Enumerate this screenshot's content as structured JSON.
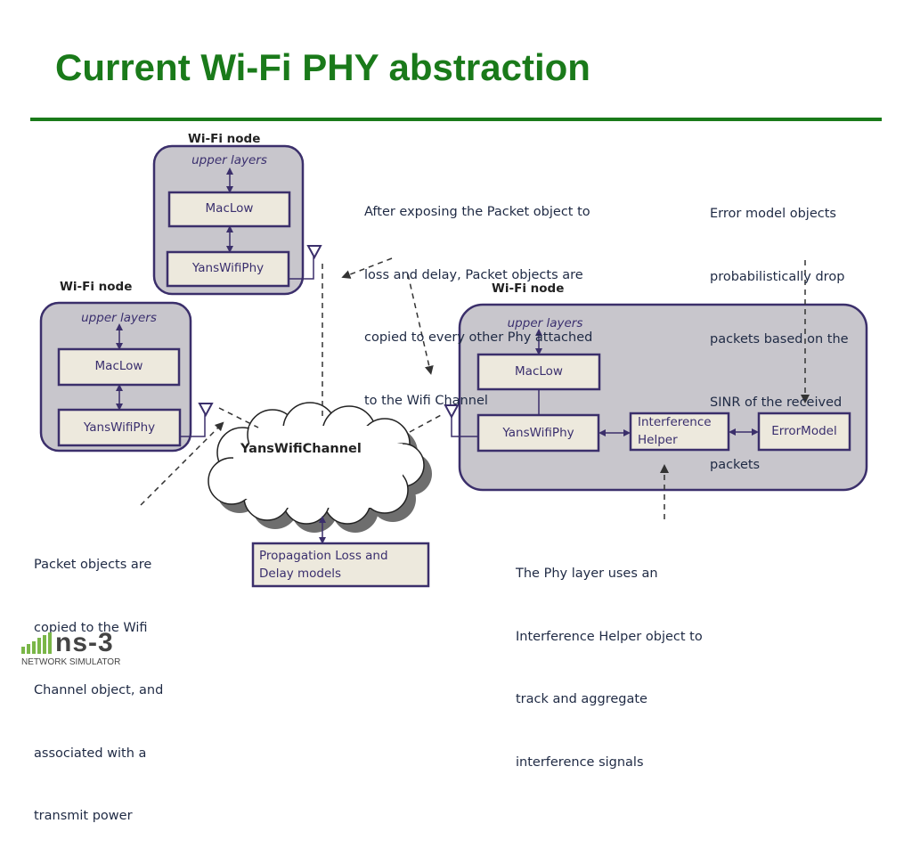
{
  "slide": {
    "title": "Current Wi-Fi PHY abstraction"
  },
  "colors": {
    "title_green": "#1a7a1a",
    "node_fill": "#c8c6cc",
    "node_border": "#3b2f6b",
    "box_fill": "#ede9dd",
    "text_navy": "#1f2a44"
  },
  "nodes": {
    "top": {
      "label": "Wi-Fi node",
      "upper": "upper layers",
      "maclow": "MacLow",
      "phy": "YansWifiPhy"
    },
    "left": {
      "label": "Wi-Fi node",
      "upper": "upper layers",
      "maclow": "MacLow",
      "phy": "YansWifiPhy"
    },
    "right": {
      "label": "Wi-Fi node",
      "upper": "upper layers",
      "maclow": "MacLow",
      "phy": "YansWifiPhy",
      "interference_line1": "Interference",
      "interference_line2": "Helper",
      "error_model": "ErrorModel"
    }
  },
  "channel": {
    "label": "YansWifiChannel"
  },
  "propagation": {
    "line1": "Propagation Loss and",
    "line2": "Delay models"
  },
  "notes": {
    "copy_to_phy": [
      "After exposing the Packet object to",
      "loss and delay, Packet objects are",
      "copied to every other Phy attached",
      "to the Wifi Channel"
    ],
    "error_model": [
      "Error model objects",
      "probabilistically drop",
      "packets based on the",
      "SINR of the received",
      "packets"
    ],
    "copy_to_channel": [
      "Packet objects are",
      "copied to the Wifi",
      "Channel object, and",
      "associated with a",
      "transmit power"
    ],
    "interference": [
      "The Phy layer uses an",
      "Interference Helper object to",
      "track and aggregate",
      "interference signals"
    ]
  },
  "logo": {
    "name": "ns-3",
    "subtitle": "NETWORK SIMULATOR"
  }
}
